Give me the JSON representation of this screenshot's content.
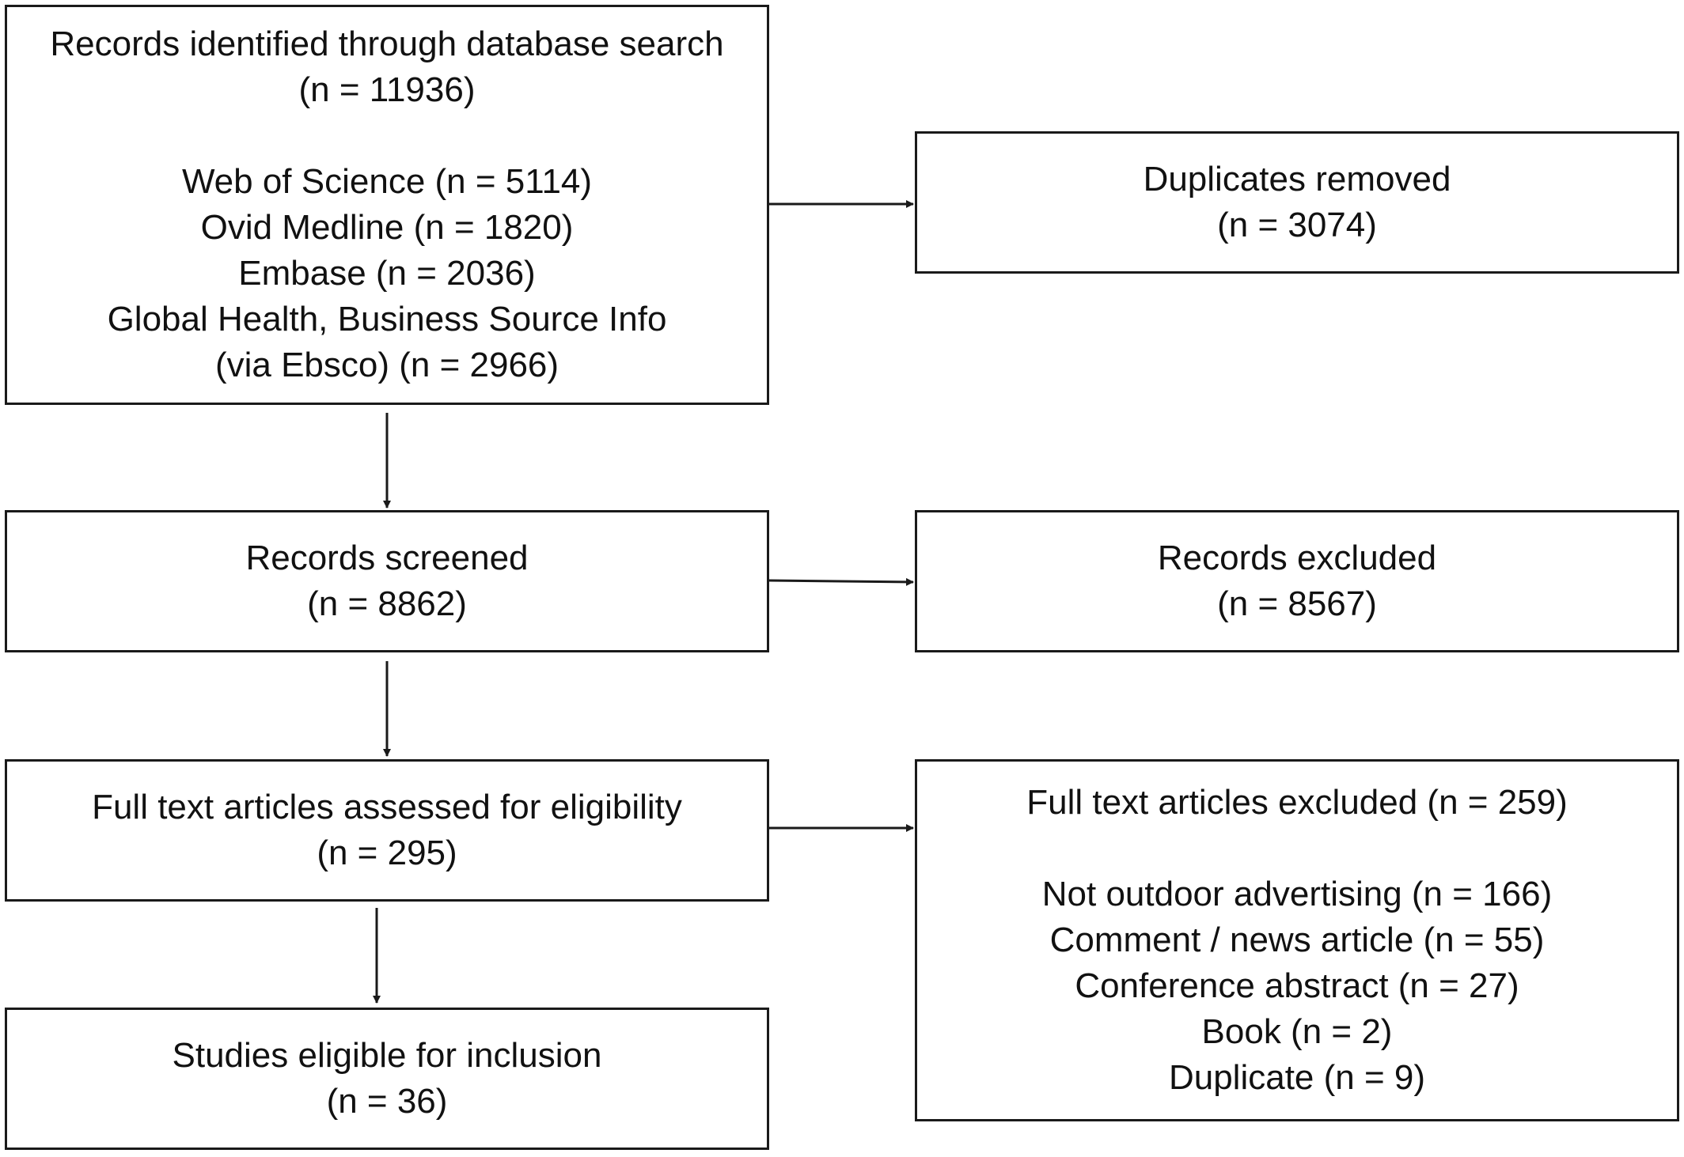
{
  "identification": {
    "title": "Records identified through database search",
    "count": "(n = 11936)",
    "sources": [
      "Web of Science (n = 5114)",
      "Ovid Medline (n = 1820)",
      "Embase (n =  2036)",
      "Global Health, Business Source Info",
      "(via Ebsco) (n = 2966)"
    ]
  },
  "duplicates": {
    "title": "Duplicates removed",
    "count": "(n = 3074)"
  },
  "screened": {
    "title": "Records screened",
    "count": "(n = 8862)"
  },
  "excluded": {
    "title": "Records excluded",
    "count": "(n = 8567)"
  },
  "eligibility": {
    "title": "Full text articles assessed for eligibility",
    "count": "(n = 295)"
  },
  "fulltext_excluded": {
    "title": "Full text articles excluded (n = 259)",
    "reasons": [
      "Not outdoor advertising (n = 166)",
      "Comment / news article (n = 55)",
      "Conference abstract (n =  27)",
      "Book (n = 2)",
      "Duplicate (n = 9)"
    ]
  },
  "included": {
    "title": "Studies eligible for inclusion",
    "count": "(n = 36)"
  }
}
